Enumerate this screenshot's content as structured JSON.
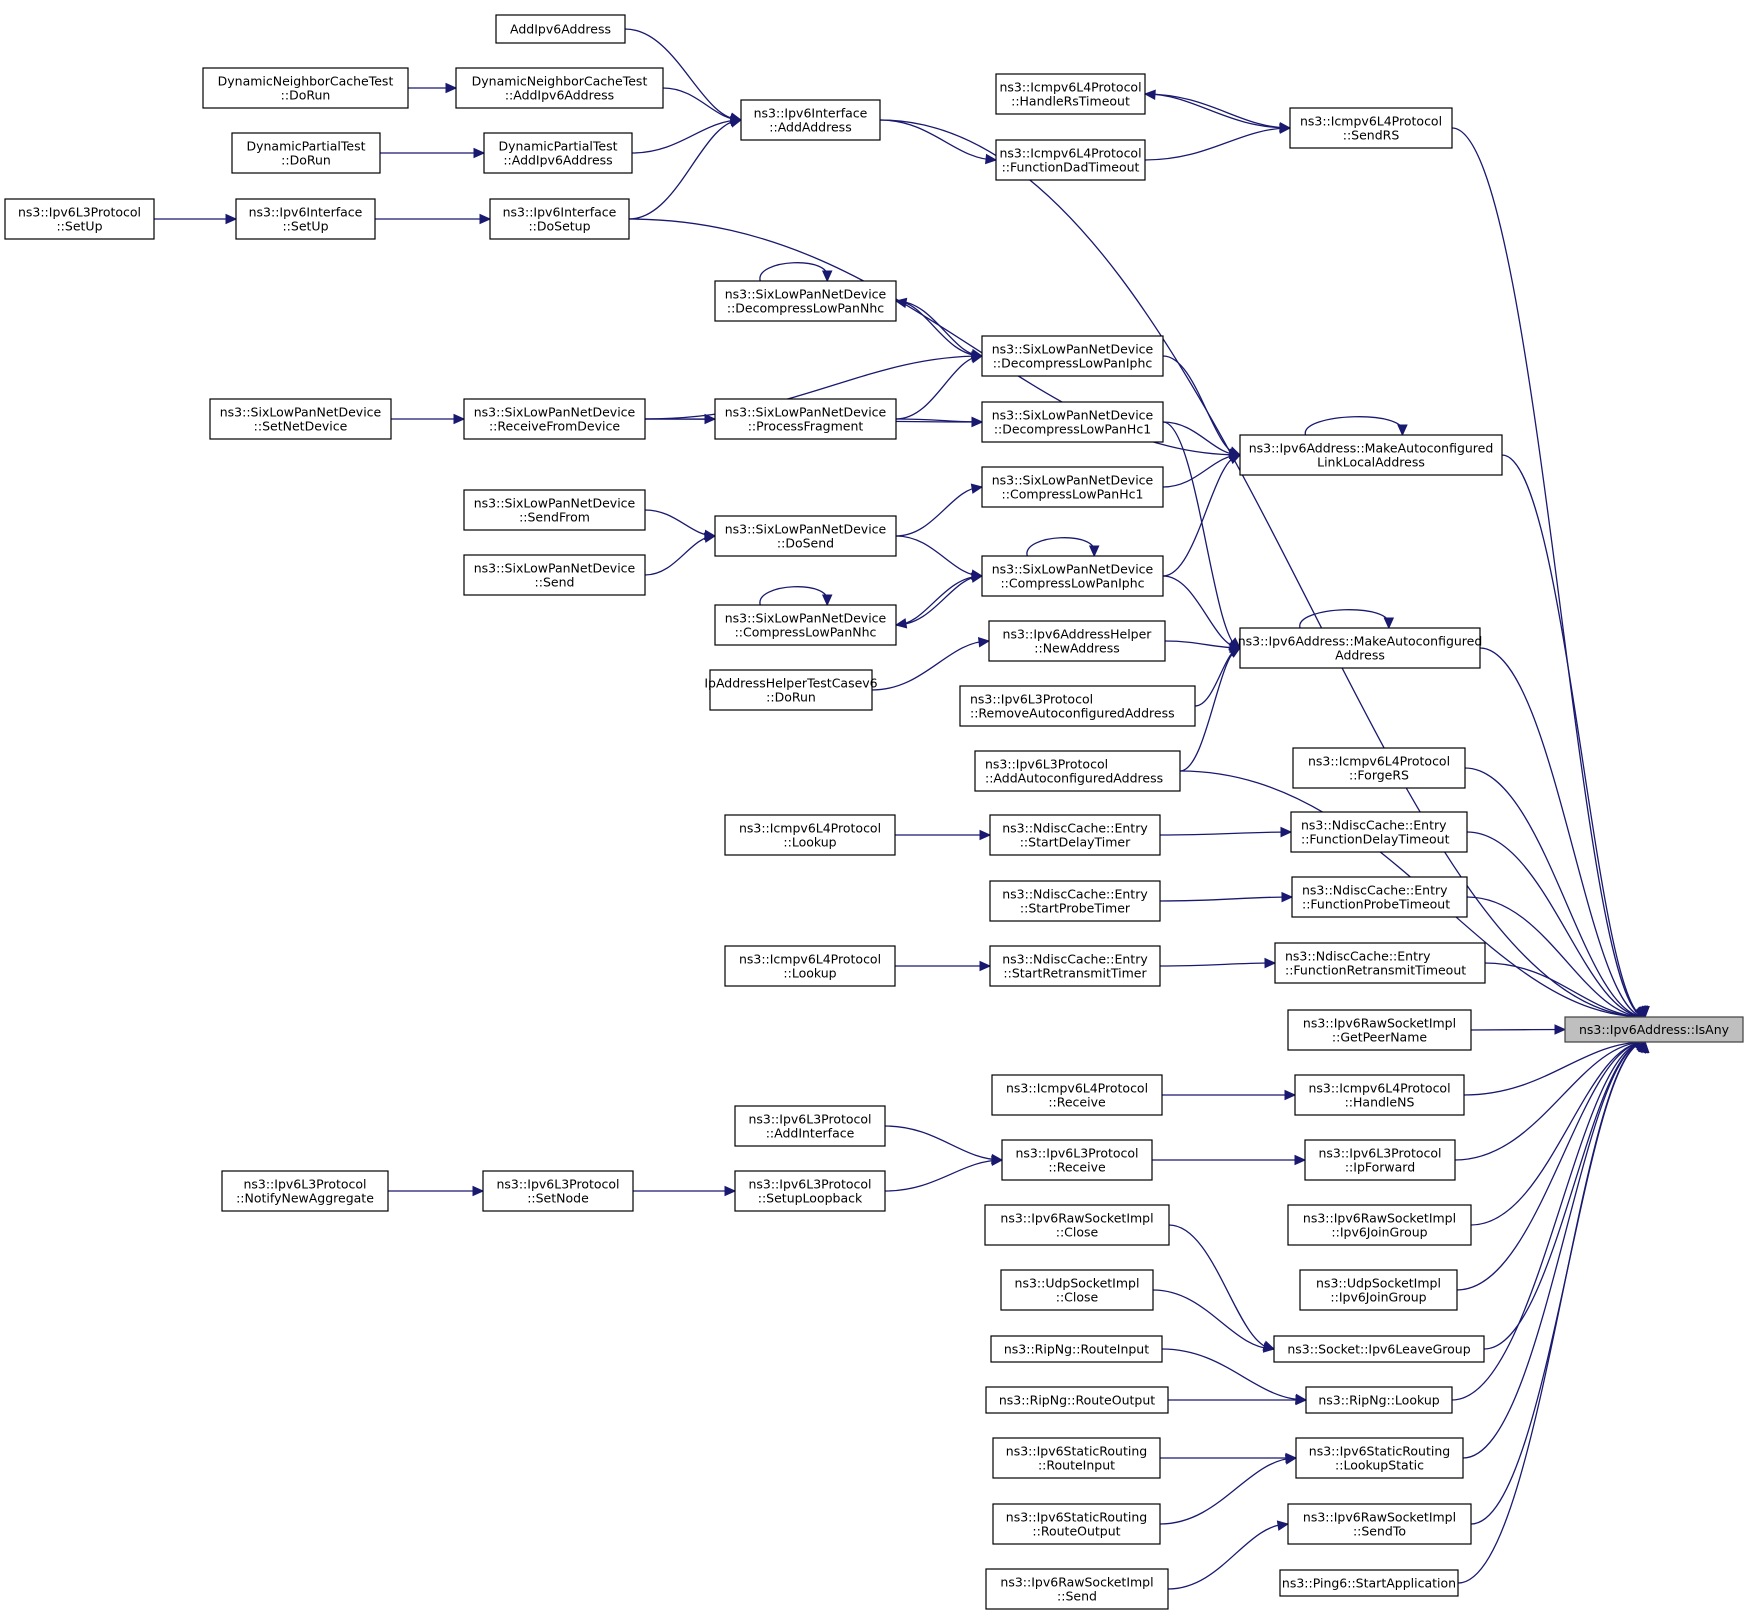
{
  "title": "ns3::Ipv6Address::IsAny caller graph",
  "colors": {
    "edge": "#191970",
    "root_fill": "#bfbfbf",
    "node_fill": "#ffffff",
    "node_border": "#000000"
  },
  "root": "isany",
  "nodes": [
    {
      "id": "addipv6address",
      "lines": [
        "AddIpv6Address"
      ]
    },
    {
      "id": "dnct_dorun",
      "lines": [
        "DynamicNeighborCacheTest",
        "::DoRun"
      ]
    },
    {
      "id": "dnct_addipv6",
      "lines": [
        "DynamicNeighborCacheTest",
        "::AddIpv6Address"
      ]
    },
    {
      "id": "dpt_dorun",
      "lines": [
        "DynamicPartialTest",
        "::DoRun"
      ]
    },
    {
      "id": "dpt_addipv6",
      "lines": [
        "DynamicPartialTest",
        "::AddIpv6Address"
      ]
    },
    {
      "id": "l3_setup",
      "lines": [
        "ns3::Ipv6L3Protocol",
        "::SetUp"
      ]
    },
    {
      "id": "if_setup",
      "lines": [
        "ns3::Ipv6Interface",
        "::SetUp"
      ]
    },
    {
      "id": "if_dosetup",
      "lines": [
        "ns3::Ipv6Interface",
        "::DoSetup"
      ]
    },
    {
      "id": "if_addaddress",
      "lines": [
        "ns3::Ipv6Interface",
        "::AddAddress"
      ]
    },
    {
      "id": "icmp_handlerstimeout",
      "lines": [
        "ns3::Icmpv6L4Protocol",
        "::HandleRsTimeout"
      ]
    },
    {
      "id": "icmp_functiondadtimeout",
      "lines": [
        "ns3::Icmpv6L4Protocol",
        "::FunctionDadTimeout"
      ]
    },
    {
      "id": "icmp_sendrs",
      "lines": [
        "ns3::Icmpv6L4Protocol",
        "::SendRS"
      ]
    },
    {
      "id": "six_decompnhc",
      "lines": [
        "ns3::SixLowPanNetDevice",
        "::DecompressLowPanNhc"
      ]
    },
    {
      "id": "six_decompiphc",
      "lines": [
        "ns3::SixLowPanNetDevice",
        "::DecompressLowPanIphc"
      ]
    },
    {
      "id": "six_setnetdevice",
      "lines": [
        "ns3::SixLowPanNetDevice",
        "::SetNetDevice"
      ]
    },
    {
      "id": "six_receivefromdevice",
      "lines": [
        "ns3::SixLowPanNetDevice",
        "::ReceiveFromDevice"
      ]
    },
    {
      "id": "six_processfragment",
      "lines": [
        "ns3::SixLowPanNetDevice",
        "::ProcessFragment"
      ]
    },
    {
      "id": "six_decomphc1",
      "lines": [
        "ns3::SixLowPanNetDevice",
        "::DecompressLowPanHc1"
      ]
    },
    {
      "id": "make_linklocal",
      "lines": [
        "ns3::Ipv6Address::MakeAutoconfigured",
        "LinkLocalAddress"
      ]
    },
    {
      "id": "six_comphc1",
      "lines": [
        "ns3::SixLowPanNetDevice",
        "::CompressLowPanHc1"
      ]
    },
    {
      "id": "six_sendfrom",
      "lines": [
        "ns3::SixLowPanNetDevice",
        "::SendFrom"
      ]
    },
    {
      "id": "six_dosend",
      "lines": [
        "ns3::SixLowPanNetDevice",
        "::DoSend"
      ]
    },
    {
      "id": "six_send",
      "lines": [
        "ns3::SixLowPanNetDevice",
        "::Send"
      ]
    },
    {
      "id": "six_compiphc",
      "lines": [
        "ns3::SixLowPanNetDevice",
        "::CompressLowPanIphc"
      ]
    },
    {
      "id": "six_compnhc",
      "lines": [
        "ns3::SixLowPanNetDevice",
        "::CompressLowPanNhc"
      ]
    },
    {
      "id": "helper_newaddress",
      "lines": [
        "ns3::Ipv6AddressHelper",
        "::NewAddress"
      ]
    },
    {
      "id": "make_auto",
      "lines": [
        "ns3::Ipv6Address::MakeAutoconfigured",
        "Address"
      ]
    },
    {
      "id": "iphelper_dorun",
      "lines": [
        "IpAddressHelperTestCasev6",
        "::DoRun"
      ]
    },
    {
      "id": "l3_removeauto",
      "lines": [
        "ns3::Ipv6L3Protocol",
        "::RemoveAutoconfiguredAddress"
      ],
      "align": "left"
    },
    {
      "id": "l3_addauto",
      "lines": [
        "ns3::Ipv6L3Protocol",
        "::AddAutoconfiguredAddress"
      ],
      "align": "left"
    },
    {
      "id": "icmp_forgers",
      "lines": [
        "ns3::Icmpv6L4Protocol",
        "::ForgeRS"
      ]
    },
    {
      "id": "icmp_lookup1",
      "lines": [
        "ns3::Icmpv6L4Protocol",
        "::Lookup"
      ]
    },
    {
      "id": "nd_startdelay",
      "lines": [
        "ns3::NdiscCache::Entry",
        "::StartDelayTimer"
      ]
    },
    {
      "id": "nd_fndelay",
      "lines": [
        "ns3::NdiscCache::Entry",
        "::FunctionDelayTimeout"
      ],
      "align": "left"
    },
    {
      "id": "nd_startprobe",
      "lines": [
        "ns3::NdiscCache::Entry",
        "::StartProbeTimer"
      ]
    },
    {
      "id": "nd_fnprobe",
      "lines": [
        "ns3::NdiscCache::Entry",
        "::FunctionProbeTimeout"
      ],
      "align": "left"
    },
    {
      "id": "icmp_lookup2",
      "lines": [
        "ns3::Icmpv6L4Protocol",
        "::Lookup"
      ]
    },
    {
      "id": "nd_startretrans",
      "lines": [
        "ns3::NdiscCache::Entry",
        "::StartRetransmitTimer"
      ]
    },
    {
      "id": "nd_fnretrans",
      "lines": [
        "ns3::NdiscCache::Entry",
        "::FunctionRetransmitTimeout"
      ],
      "align": "left"
    },
    {
      "id": "raw_getpeername",
      "lines": [
        "ns3::Ipv6RawSocketImpl",
        "::GetPeerName"
      ]
    },
    {
      "id": "isany",
      "lines": [
        "ns3::Ipv6Address::IsAny"
      ]
    },
    {
      "id": "icmp_receive",
      "lines": [
        "ns3::Icmpv6L4Protocol",
        "::Receive"
      ]
    },
    {
      "id": "icmp_handlens",
      "lines": [
        "ns3::Icmpv6L4Protocol",
        "::HandleNS"
      ]
    },
    {
      "id": "l3_addinterface",
      "lines": [
        "ns3::Ipv6L3Protocol",
        "::AddInterface"
      ]
    },
    {
      "id": "l3_receive",
      "lines": [
        "ns3::Ipv6L3Protocol",
        "::Receive"
      ]
    },
    {
      "id": "l3_ipforward",
      "lines": [
        "ns3::Ipv6L3Protocol",
        "::IpForward"
      ]
    },
    {
      "id": "l3_notifynewagg",
      "lines": [
        "ns3::Ipv6L3Protocol",
        "::NotifyNewAggregate"
      ]
    },
    {
      "id": "l3_setnode",
      "lines": [
        "ns3::Ipv6L3Protocol",
        "::SetNode"
      ]
    },
    {
      "id": "l3_setuploopback",
      "lines": [
        "ns3::Ipv6L3Protocol",
        "::SetupLoopback"
      ]
    },
    {
      "id": "raw_close",
      "lines": [
        "ns3::Ipv6RawSocketImpl",
        "::Close"
      ]
    },
    {
      "id": "raw_joingroup",
      "lines": [
        "ns3::Ipv6RawSocketImpl",
        "::Ipv6JoinGroup"
      ]
    },
    {
      "id": "udp_close",
      "lines": [
        "ns3::UdpSocketImpl",
        "::Close"
      ]
    },
    {
      "id": "udp_joingroup",
      "lines": [
        "ns3::UdpSocketImpl",
        "::Ipv6JoinGroup"
      ]
    },
    {
      "id": "socket_leavegroup",
      "lines": [
        "ns3::Socket::Ipv6LeaveGroup"
      ]
    },
    {
      "id": "rip_routeinput",
      "lines": [
        "ns3::RipNg::RouteInput"
      ]
    },
    {
      "id": "rip_lookup",
      "lines": [
        "ns3::RipNg::Lookup"
      ]
    },
    {
      "id": "rip_routeoutput",
      "lines": [
        "ns3::RipNg::RouteOutput"
      ]
    },
    {
      "id": "static_routeinput",
      "lines": [
        "ns3::Ipv6StaticRouting",
        "::RouteInput"
      ]
    },
    {
      "id": "static_lookupstatic",
      "lines": [
        "ns3::Ipv6StaticRouting",
        "::LookupStatic"
      ]
    },
    {
      "id": "static_routeoutput",
      "lines": [
        "ns3::Ipv6StaticRouting",
        "::RouteOutput"
      ]
    },
    {
      "id": "raw_sendto",
      "lines": [
        "ns3::Ipv6RawSocketImpl",
        "::SendTo"
      ]
    },
    {
      "id": "raw_send",
      "lines": [
        "ns3::Ipv6RawSocketImpl",
        "::Send"
      ]
    },
    {
      "id": "ping6_start",
      "lines": [
        "ns3::Ping6::StartApplication"
      ]
    }
  ],
  "edges": [
    {
      "from": "addipv6address",
      "to": "if_addaddress"
    },
    {
      "from": "dnct_dorun",
      "to": "dnct_addipv6"
    },
    {
      "from": "dnct_addipv6",
      "to": "if_addaddress"
    },
    {
      "from": "dpt_dorun",
      "to": "dpt_addipv6"
    },
    {
      "from": "dpt_addipv6",
      "to": "if_addaddress"
    },
    {
      "from": "l3_setup",
      "to": "if_setup"
    },
    {
      "from": "if_setup",
      "to": "if_dosetup"
    },
    {
      "from": "if_dosetup",
      "to": "if_addaddress"
    },
    {
      "from": "if_dosetup",
      "to": "make_linklocal"
    },
    {
      "from": "if_addaddress",
      "to": "icmp_functiondadtimeout"
    },
    {
      "from": "if_addaddress",
      "to": "isany"
    },
    {
      "from": "icmp_sendrs",
      "to": "icmp_handlerstimeout"
    },
    {
      "from": "icmp_handlerstimeout",
      "to": "icmp_sendrs"
    },
    {
      "from": "icmp_functiondadtimeout",
      "to": "icmp_sendrs"
    },
    {
      "from": "icmp_sendrs",
      "to": "isany"
    },
    {
      "from": "six_decompnhc",
      "to": "six_decompnhc"
    },
    {
      "from": "six_decompiphc",
      "to": "six_decompnhc"
    },
    {
      "from": "six_decompnhc",
      "to": "six_decompiphc"
    },
    {
      "from": "six_receivefromdevice",
      "to": "six_decompiphc"
    },
    {
      "from": "six_processfragment",
      "to": "six_decompiphc"
    },
    {
      "from": "six_setnetdevice",
      "to": "six_receivefromdevice"
    },
    {
      "from": "six_receivefromdevice",
      "to": "six_processfragment"
    },
    {
      "from": "six_receivefromdevice",
      "to": "six_decomphc1"
    },
    {
      "from": "six_processfragment",
      "to": "six_decomphc1"
    },
    {
      "from": "six_decompiphc",
      "to": "make_linklocal"
    },
    {
      "from": "six_decomphc1",
      "to": "make_linklocal"
    },
    {
      "from": "six_comphc1",
      "to": "make_linklocal"
    },
    {
      "from": "six_compiphc",
      "to": "make_linklocal"
    },
    {
      "from": "make_linklocal",
      "to": "make_linklocal"
    },
    {
      "from": "make_linklocal",
      "to": "isany"
    },
    {
      "from": "six_sendfrom",
      "to": "six_dosend"
    },
    {
      "from": "six_send",
      "to": "six_dosend"
    },
    {
      "from": "six_dosend",
      "to": "six_comphc1"
    },
    {
      "from": "six_dosend",
      "to": "six_compiphc"
    },
    {
      "from": "six_compiphc",
      "to": "six_compiphc"
    },
    {
      "from": "six_compiphc",
      "to": "six_compnhc"
    },
    {
      "from": "six_compnhc",
      "to": "six_compiphc"
    },
    {
      "from": "six_compnhc",
      "to": "six_compnhc"
    },
    {
      "from": "six_decomphc1",
      "to": "make_auto"
    },
    {
      "from": "six_compiphc",
      "to": "make_auto"
    },
    {
      "from": "iphelper_dorun",
      "to": "helper_newaddress"
    },
    {
      "from": "helper_newaddress",
      "to": "make_auto"
    },
    {
      "from": "l3_removeauto",
      "to": "make_auto"
    },
    {
      "from": "l3_addauto",
      "to": "make_auto"
    },
    {
      "from": "make_auto",
      "to": "make_auto"
    },
    {
      "from": "make_auto",
      "to": "isany"
    },
    {
      "from": "l3_addauto",
      "to": "isany"
    },
    {
      "from": "icmp_forgers",
      "to": "isany"
    },
    {
      "from": "icmp_lookup1",
      "to": "nd_startdelay"
    },
    {
      "from": "nd_startdelay",
      "to": "nd_fndelay"
    },
    {
      "from": "nd_fndelay",
      "to": "isany"
    },
    {
      "from": "nd_startprobe",
      "to": "nd_fnprobe"
    },
    {
      "from": "nd_fnprobe",
      "to": "isany"
    },
    {
      "from": "icmp_lookup2",
      "to": "nd_startretrans"
    },
    {
      "from": "nd_startretrans",
      "to": "nd_fnretrans"
    },
    {
      "from": "nd_fnretrans",
      "to": "isany"
    },
    {
      "from": "raw_getpeername",
      "to": "isany"
    },
    {
      "from": "icmp_receive",
      "to": "icmp_handlens"
    },
    {
      "from": "icmp_handlens",
      "to": "isany"
    },
    {
      "from": "l3_addinterface",
      "to": "l3_receive"
    },
    {
      "from": "l3_setuploopback",
      "to": "l3_receive"
    },
    {
      "from": "l3_notifynewagg",
      "to": "l3_setnode"
    },
    {
      "from": "l3_setnode",
      "to": "l3_setuploopback"
    },
    {
      "from": "l3_receive",
      "to": "l3_ipforward"
    },
    {
      "from": "l3_ipforward",
      "to": "isany"
    },
    {
      "from": "raw_joingroup",
      "to": "isany"
    },
    {
      "from": "udp_joingroup",
      "to": "isany"
    },
    {
      "from": "raw_close",
      "to": "socket_leavegroup"
    },
    {
      "from": "udp_close",
      "to": "socket_leavegroup"
    },
    {
      "from": "socket_leavegroup",
      "to": "isany"
    },
    {
      "from": "rip_routeinput",
      "to": "rip_lookup"
    },
    {
      "from": "rip_routeoutput",
      "to": "rip_lookup"
    },
    {
      "from": "rip_lookup",
      "to": "isany"
    },
    {
      "from": "static_routeinput",
      "to": "static_lookupstatic"
    },
    {
      "from": "static_routeoutput",
      "to": "static_lookupstatic"
    },
    {
      "from": "static_lookupstatic",
      "to": "isany"
    },
    {
      "from": "raw_send",
      "to": "raw_sendto"
    },
    {
      "from": "raw_sendto",
      "to": "isany"
    },
    {
      "from": "ping6_start",
      "to": "isany"
    }
  ]
}
